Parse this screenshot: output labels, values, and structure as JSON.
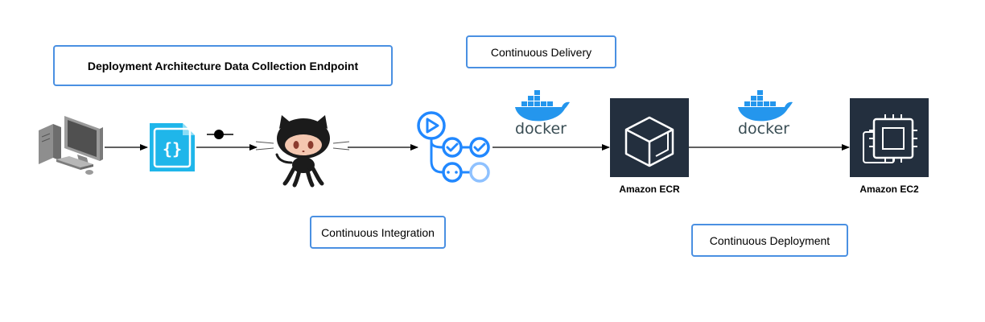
{
  "diagram": {
    "title": "Deployment Architecture Data Collection Endpoint",
    "stages": {
      "integration": "Continuous Integration",
      "delivery": "Continuous Delivery",
      "deployment": "Continuous Deployment"
    },
    "nodes": {
      "ecr_label": "Amazon ECR",
      "ec2_label": "Amazon EC2",
      "docker_text": "docker"
    },
    "colors": {
      "box_border": "#4a90e2",
      "json_icon": "#1fb6ea",
      "actions_icon": "#2188ff",
      "aws_tile": "#232f3e",
      "docker_blue": "#2496ed"
    }
  }
}
